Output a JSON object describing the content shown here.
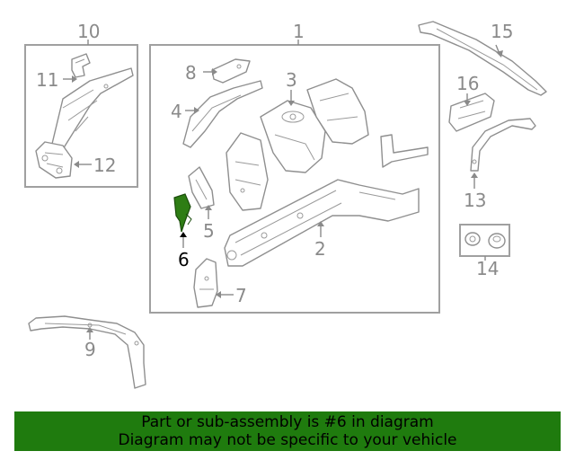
{
  "diagram": {
    "highlighted_part": "6",
    "highlight_color": "#2e7d14",
    "callouts": {
      "c1": "1",
      "c2": "2",
      "c3": "3",
      "c4": "4",
      "c5": "5",
      "c6": "6",
      "c7": "7",
      "c8": "8",
      "c9": "9",
      "c10": "10",
      "c11": "11",
      "c12": "12",
      "c13": "13",
      "c14": "14",
      "c15": "15",
      "c16": "16"
    }
  },
  "banner": {
    "line1": "Part or sub-assembly is #6 in diagram",
    "line2": "Diagram may not be specific to your vehicle",
    "color": "#1f7b0e"
  }
}
